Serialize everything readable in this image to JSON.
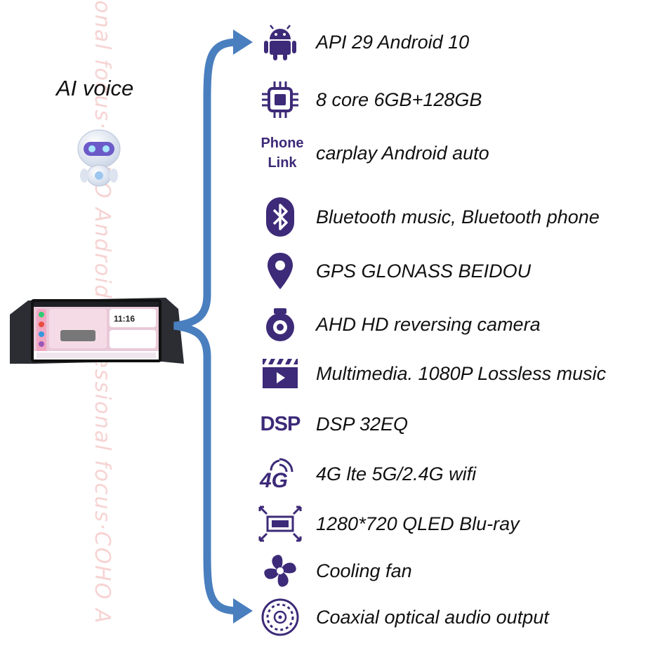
{
  "watermark_text": "ional focus·COHO Android Professional focus·COHO A",
  "ai_voice_label": "AI voice",
  "colors": {
    "accent_purple": "#3d2a78",
    "brace_blue": "#4a7fbf",
    "watermark": "#e88080"
  },
  "features": [
    {
      "icon": "android-icon",
      "label": "API 29 Android 10"
    },
    {
      "icon": "cpu-chip-icon",
      "label": "8 core  6GB+128GB"
    },
    {
      "icon": "phone-link-icon",
      "icon_text": [
        "Phone",
        "Link"
      ],
      "label": "carplay Android auto"
    },
    {
      "icon": "bluetooth-icon",
      "label": "Bluetooth music, Bluetooth phone"
    },
    {
      "icon": "map-pin-icon",
      "label": "GPS  GLONASS  BEIDOU"
    },
    {
      "icon": "camera-icon",
      "label": "AHD HD reversing camera"
    },
    {
      "icon": "clapperboard-icon",
      "label": "Multimedia. 1080P  Lossless music"
    },
    {
      "icon": "dsp-icon",
      "icon_text": "DSP",
      "label": "DSP 32EQ"
    },
    {
      "icon": "4g-signal-icon",
      "label": "4G lte   5G/2.4G wifi"
    },
    {
      "icon": "screen-resolution-icon",
      "label": "1280*720  QLED  Blu-ray"
    },
    {
      "icon": "fan-icon",
      "label": "Cooling fan"
    },
    {
      "icon": "optical-audio-icon",
      "label": "Coaxial optical audio output"
    }
  ],
  "stereo_screen": {
    "time": "11:16"
  }
}
